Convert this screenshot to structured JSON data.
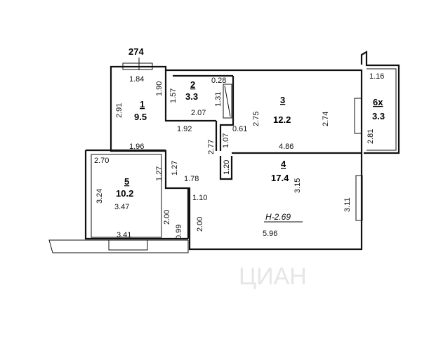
{
  "plan_code": "274",
  "ceiling_height": "H-2.69",
  "watermark": "ЦИАН",
  "rooms": [
    {
      "number": "1",
      "area": "9.5"
    },
    {
      "number": "2",
      "area": "3.3"
    },
    {
      "number": "3",
      "area": "12.2"
    },
    {
      "number": "4",
      "area": "17.4"
    },
    {
      "number": "5",
      "area": "10.2"
    },
    {
      "number": "6х",
      "area": "3.3"
    }
  ],
  "dimensions": {
    "d_1_84": "1.84",
    "d_1_90": "1.90",
    "d_2_91": "2.91",
    "d_1_96": "1.96",
    "d_1_57": "1.57",
    "d_0_28": "0.28",
    "d_1_31": "1.31",
    "d_2_07": "2.07",
    "d_1_92": "1.92",
    "d_2_77": "2.77",
    "d_1_07": "1.07",
    "d_0_61": "0.61",
    "d_2_75": "2.75",
    "d_2_74": "2.74",
    "d_4_86": "4.86",
    "d_1_16": "1.16",
    "d_2_81": "2.81",
    "d_2_70": "2.70",
    "d_1_27a": "1.27",
    "d_1_27b": "1.27",
    "d_1_78": "1.78",
    "d_1_20": "1.20",
    "d_3_24": "3.24",
    "d_3_47": "3.47",
    "d_2_00a": "2.00",
    "d_0_99": "0.99",
    "d_3_41": "3.41",
    "d_1_10": "1.10",
    "d_2_00b": "2.00",
    "d_3_15": "3.15",
    "d_3_11": "3.11",
    "d_5_96": "5.96"
  }
}
